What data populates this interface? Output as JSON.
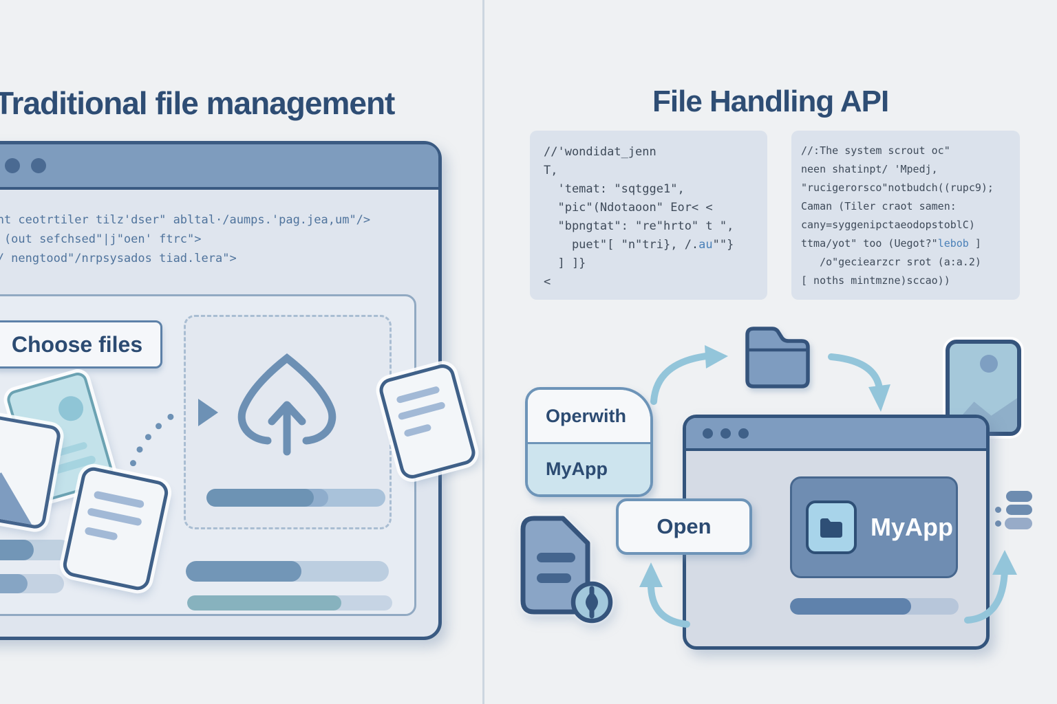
{
  "colors": {
    "accent": "#4a80b8",
    "heading": "#2e4d74",
    "code_text": "#3e4a59",
    "window_code_text": "#4f739c",
    "arrow_cyan": "#93c5da"
  },
  "left": {
    "title": "Traditional file management",
    "browser_code": [
      [
        {
          "t": "event ceotrtiler tilz'dser\" abltal·/aumps.'pag.jea,um\"/>"
        }
      ],
      [
        {
          "t": "sec (out sefchsed\"|j\"oen' ftrc\">"
        }
      ],
      [
        {
          "t": "le\"/ nengtood\"/nrpsysados tiad.lera\">"
        }
      ]
    ],
    "choose_files_button": "Choose files"
  },
  "right": {
    "title": "File Handling API",
    "code_block_1": [
      [
        {
          "t": "//'wondidat_jenn"
        }
      ],
      [
        {
          "t": "T,"
        }
      ],
      [
        {
          "t": "  'temat: \"sqtgge1\","
        }
      ],
      [
        {
          "t": "  \"pic\"(Ndotaoon\" Eor< <"
        }
      ],
      [
        {
          "t": "  \"bpngtat\": \"re\"hrto\" t \","
        }
      ],
      [
        {
          "t": "    puet\"[ \"n\"tri}, /."
        },
        {
          "t": "au",
          "hl": true
        },
        {
          "t": "\"\"}"
        }
      ],
      [
        {
          "t": "  ] ]}"
        }
      ],
      [
        {
          "t": "<"
        }
      ]
    ],
    "code_block_2": [
      [
        {
          "t": "//:The system scrout oc\""
        }
      ],
      [
        {
          "t": "neen shatinpt/ 'Mpedj,"
        }
      ],
      [
        {
          "t": "\"rucigerorsco\"notbudch((rupc9);"
        }
      ],
      [
        {
          "t": "Caman (Tiler craot samen:"
        }
      ],
      [
        {
          "t": "cany=syggenipctaeodopstoblC)"
        }
      ],
      [
        {
          "t": "ttma/yot\" too (Uegot?\""
        },
        {
          "t": "lebob",
          "hl": true
        },
        {
          "t": " ]"
        }
      ],
      [
        {
          "t": "   /o\"geciearzcr srot (a:a.2)"
        }
      ],
      [
        {
          "t": "[ noths mintmzne)sccao))"
        }
      ]
    ],
    "context_menu": {
      "open_with_label": "Operwith",
      "app_label": "MyApp"
    },
    "open_button": "Open",
    "app_window": {
      "app_name": "MyApp"
    }
  }
}
